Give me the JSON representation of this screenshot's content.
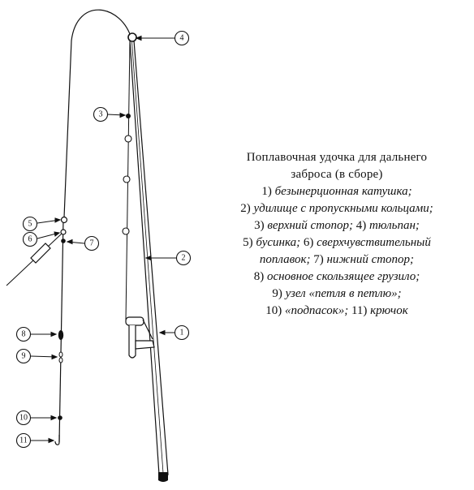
{
  "caption": {
    "title_line1": "Поплавочная удочка для дальнего",
    "title_line2": "заброса (в сборе)",
    "items": [
      {
        "num": "1)",
        "text": "безынерционная катушка;"
      },
      {
        "num": "2)",
        "text": "удилище с пропускными кольцами;"
      },
      {
        "num": "3)",
        "text": "верхний стопор;"
      },
      {
        "num": "4)",
        "text": "тюльпан;"
      },
      {
        "num": "5)",
        "text": "бусинка;"
      },
      {
        "num": "6)",
        "text": "сверхчувствительный"
      },
      {
        "num": "",
        "text": "поплавок;"
      },
      {
        "num": "7)",
        "text": "нижний стопор;"
      },
      {
        "num": "8)",
        "text": "основное скользящее грузило;"
      },
      {
        "num": "9)",
        "text": "узел «петля в петлю»;"
      },
      {
        "num": "10)",
        "text": "«подпасок»;"
      },
      {
        "num": "11)",
        "text": "крючок"
      }
    ]
  },
  "callouts": [
    "1",
    "2",
    "3",
    "4",
    "5",
    "6",
    "7",
    "8",
    "9",
    "10",
    "11"
  ]
}
